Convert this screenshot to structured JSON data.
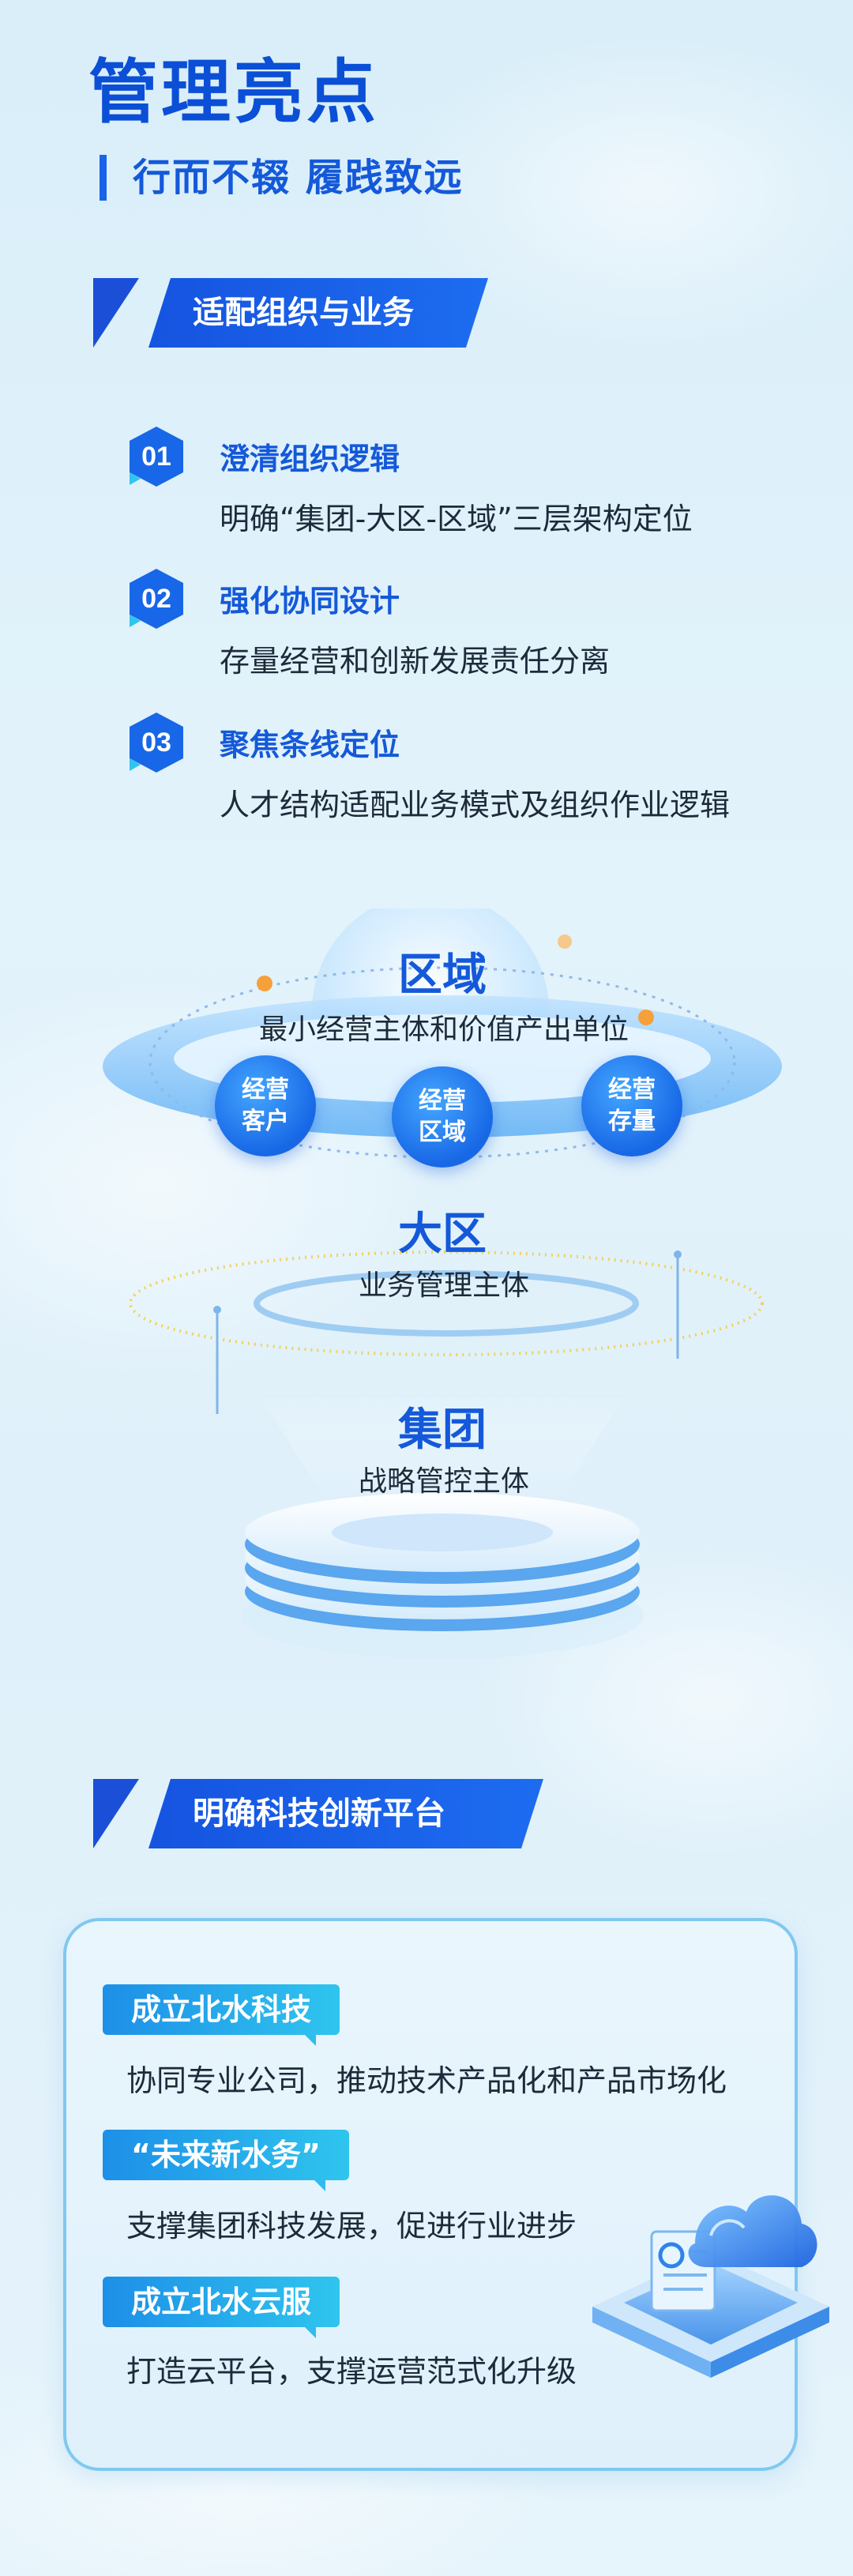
{
  "header": {
    "title": "管理亮点",
    "subtitle": "行而不辍 履践致远"
  },
  "section1": {
    "banner": "适配组织与业务",
    "items": [
      {
        "num": "01",
        "title": "澄清组织逻辑",
        "desc": "明确“集团-大区-区域”三层架构定位"
      },
      {
        "num": "02",
        "title": "强化协同设计",
        "desc": "存量经营和创新发展责任分离"
      },
      {
        "num": "03",
        "title": "聚焦条线定位",
        "desc": "人才结构适配业务模式及组织作业逻辑"
      }
    ]
  },
  "diagram": {
    "levels": [
      {
        "title": "区域",
        "desc": "最小经营主体和价值产出单位"
      },
      {
        "title": "大区",
        "desc": "业务管理主体"
      },
      {
        "title": "集团",
        "desc": "战略管控主体"
      }
    ],
    "bubbles": [
      {
        "line1": "经营",
        "line2": "客户"
      },
      {
        "line1": "经营",
        "line2": "区域"
      },
      {
        "line1": "经营",
        "line2": "存量"
      }
    ]
  },
  "section2": {
    "banner": "明确科技创新平台",
    "items": [
      {
        "tag": "成立北水科技",
        "desc": "协同专业公司，推动技术产品化和产品市场化"
      },
      {
        "tag": "“未来新水务”",
        "desc": "支撑集团科技发展，促进行业进步"
      },
      {
        "tag": "成立北水云服",
        "desc": "打造云平台，支撑运营范式化升级"
      }
    ]
  },
  "colors": {
    "brand": "#1459d9",
    "banner": "#1b4fd8",
    "tag": "#1d8fe8",
    "accent_orange": "#f5a03a"
  }
}
